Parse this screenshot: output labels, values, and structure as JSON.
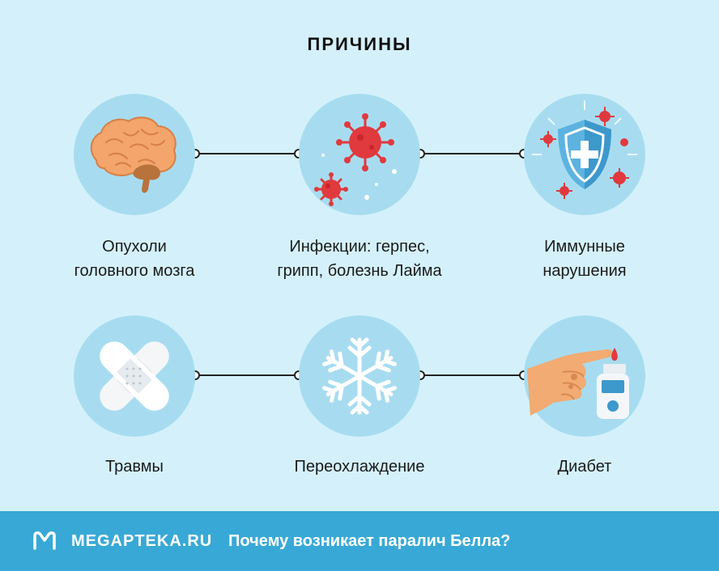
{
  "title": "ПРИЧИНЫ",
  "causes": [
    {
      "label_line1": "Опухоли",
      "label_line2": "головного мозга",
      "icon": "brain-icon"
    },
    {
      "label_line1": "Инфекции: герпес,",
      "label_line2": "грипп, болезнь Лайма",
      "icon": "virus-icon"
    },
    {
      "label_line1": "Иммунные",
      "label_line2": "нарушения",
      "icon": "immune-shield-icon"
    },
    {
      "label_line1": "Травмы",
      "label_line2": "",
      "icon": "bandage-icon"
    },
    {
      "label_line1": "Переохлаждение",
      "label_line2": "",
      "icon": "snowflake-icon"
    },
    {
      "label_line1": "Диабет",
      "label_line2": "",
      "icon": "glucometer-icon"
    }
  ],
  "footer": {
    "brand": "MEGAPTEKA.RU",
    "tagline": "Почему возникает паралич Белла?"
  },
  "colors": {
    "background": "#d4f1fb",
    "circle": "#a7dcf0",
    "footer": "#38a9d6",
    "virus": "#e0393e"
  }
}
